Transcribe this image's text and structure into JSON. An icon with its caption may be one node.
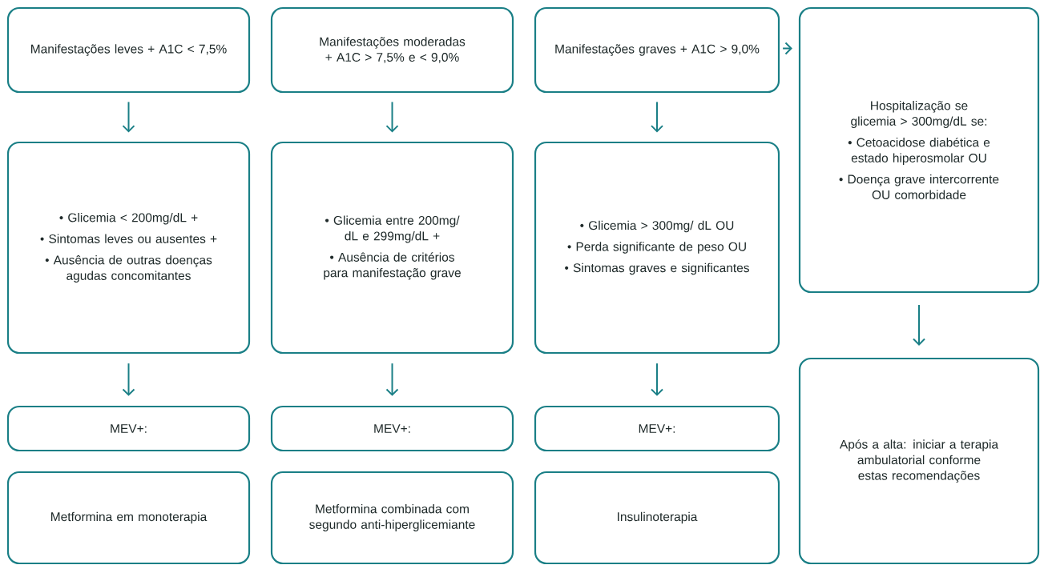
{
  "diagram": {
    "nodes": [
      {
        "text": [
          "Manifestações leves + A1C < 7,5%"
        ]
      },
      {
        "text": [
          "Manifestações moderadas + A1C  > 7,5% e < 9,0%"
        ]
      },
      {
        "text": [
          "Manifestações graves + A1C > 9,0%"
        ]
      },
      {
        "text": [
          "Hospitalização se glicemia > 300mg/dL se:",
          "• Cetoacidose diabética e estado hiperosmolar OU",
          "• Doença grave intercorrente OU comorbidade"
        ]
      },
      {
        "text": [
          "• Glicemia < 200mg/dL +",
          "• Sintomas leves ou ausentes +",
          "• Ausência de outras doenças agudas concomitantes"
        ]
      },
      {
        "text": [
          "• Glicemia entre 200mg/ dL e 299mg/dL +",
          "• Ausência de critérios para manifestação grave"
        ]
      },
      {
        "text": [
          "• Glicemia > 300mg/ dL OU",
          "• Perda significante de peso OU",
          "• Sintomas graves e significantes"
        ]
      },
      {
        "text": [
          "Após a alta: iniciar a terapia ambulatorial conforme estas recomendações"
        ]
      },
      {
        "text": [
          "MEV+:"
        ]
      },
      {
        "text": [
          "MEV+:"
        ]
      },
      {
        "text": [
          "MEV+:"
        ]
      },
      {
        "text": [
          "Metformina em monoterapia"
        ]
      },
      {
        "text": [
          "Metformina combinada com segundo anti-hiperglicemiante"
        ]
      },
      {
        "text": [
          "Insulinoterapia"
        ]
      }
    ],
    "edges": [
      {
        "from": 0,
        "to": 4,
        "arrow": "to"
      },
      {
        "from": 1,
        "to": 5,
        "arrow": "to"
      },
      {
        "from": 2,
        "to": 6,
        "arrow": "to"
      },
      {
        "from": 2,
        "to": 3,
        "arrow": "to"
      },
      {
        "from": 3,
        "to": 7,
        "arrow": "to"
      },
      {
        "from": 4,
        "to": 8,
        "arrow": "to"
      },
      {
        "from": 5,
        "to": 9,
        "arrow": "to"
      },
      {
        "from": 6,
        "to": 10,
        "arrow": "to"
      }
    ]
  }
}
